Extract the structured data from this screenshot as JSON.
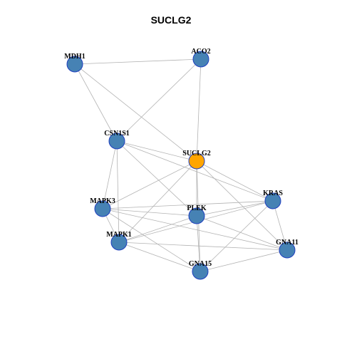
{
  "title": "SUCLG2",
  "colors": {
    "node_default": "#4682b4",
    "node_highlight": "#ffa500",
    "node_border": "#1f3fbf",
    "edge": "#b3b3b3"
  },
  "nodes": [
    {
      "id": "MDH1",
      "label": "MDH1",
      "highlight": false
    },
    {
      "id": "ACO2",
      "label": "ACO2",
      "highlight": false
    },
    {
      "id": "CSN1S1",
      "label": "CSN1S1",
      "highlight": false
    },
    {
      "id": "SUCLG2",
      "label": "SUCLG2",
      "highlight": true
    },
    {
      "id": "KRAS",
      "label": "KRAS",
      "highlight": false
    },
    {
      "id": "MAPK3",
      "label": "MAPK3",
      "highlight": false
    },
    {
      "id": "PLEK",
      "label": "PLEK",
      "highlight": false
    },
    {
      "id": "MAPK1",
      "label": "MAPK1",
      "highlight": false
    },
    {
      "id": "GNA11",
      "label": "GNA11",
      "highlight": false
    },
    {
      "id": "GNA15",
      "label": "GNA15",
      "highlight": false
    }
  ],
  "edges": [
    [
      "MDH1",
      "ACO2"
    ],
    [
      "MDH1",
      "CSN1S1"
    ],
    [
      "MDH1",
      "SUCLG2"
    ],
    [
      "ACO2",
      "CSN1S1"
    ],
    [
      "ACO2",
      "SUCLG2"
    ],
    [
      "CSN1S1",
      "SUCLG2"
    ],
    [
      "CSN1S1",
      "KRAS"
    ],
    [
      "CSN1S1",
      "MAPK3"
    ],
    [
      "CSN1S1",
      "MAPK1"
    ],
    [
      "CSN1S1",
      "PLEK"
    ],
    [
      "SUCLG2",
      "MAPK3"
    ],
    [
      "SUCLG2",
      "KRAS"
    ],
    [
      "SUCLG2",
      "PLEK"
    ],
    [
      "SUCLG2",
      "MAPK1"
    ],
    [
      "SUCLG2",
      "GNA11"
    ],
    [
      "SUCLG2",
      "GNA15"
    ],
    [
      "KRAS",
      "MAPK3"
    ],
    [
      "KRAS",
      "PLEK"
    ],
    [
      "KRAS",
      "MAPK1"
    ],
    [
      "KRAS",
      "GNA11"
    ],
    [
      "KRAS",
      "GNA15"
    ],
    [
      "MAPK3",
      "PLEK"
    ],
    [
      "MAPK3",
      "MAPK1"
    ],
    [
      "MAPK3",
      "GNA11"
    ],
    [
      "MAPK3",
      "GNA15"
    ],
    [
      "PLEK",
      "MAPK1"
    ],
    [
      "PLEK",
      "GNA11"
    ],
    [
      "PLEK",
      "GNA15"
    ],
    [
      "MAPK1",
      "GNA11"
    ],
    [
      "MAPK1",
      "GNA15"
    ],
    [
      "GNA11",
      "GNA15"
    ]
  ]
}
